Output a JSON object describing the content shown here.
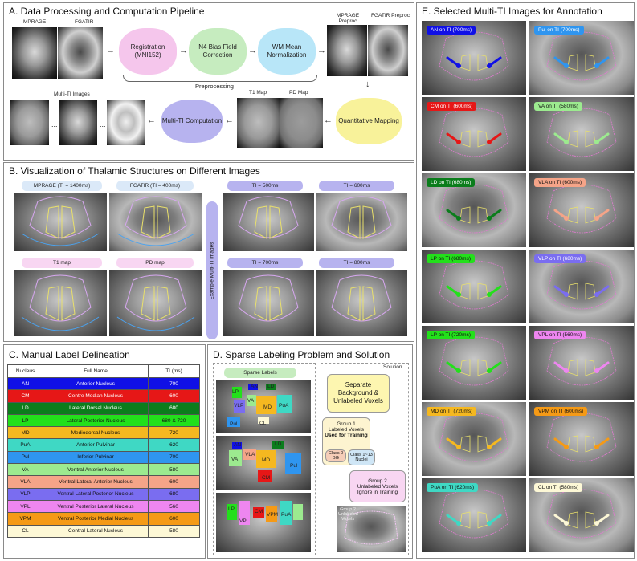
{
  "panelA": {
    "title": "A. Data Processing and Computation Pipeline",
    "mprage": "MPRAGE",
    "fgatir": "FGATIR",
    "registration": "Registration (MNI152)",
    "n4": "N4 Bias Field Correction",
    "wm": "WM Mean Normalization",
    "mprage_pre": "MPRAGE Preproc",
    "fgatir_pre": "FGATIR Preproc",
    "preprocessing": "Preprocessing",
    "t1map": "T1 Map",
    "pdmap": "PD Map",
    "quant": "Quantitative Mapping",
    "multiti_comp": "Multi-TI Computation",
    "multiti_images": "Multi-TI Images",
    "dots": "..."
  },
  "panelB": {
    "title": "B. Visualization of Thalamic Structures on Different Images",
    "mprage": "MPRAGE (TI = 1400ms)",
    "fgatir": "FGATIR (TI = 400ms)",
    "t1map": "T1 map",
    "pdmap": "PD map",
    "ti500": "TI = 500ms",
    "ti600": "TI = 600ms",
    "ti700": "TI = 700ms",
    "ti800": "TI = 800ms",
    "example": "Example Multi-TI Images"
  },
  "panelC": {
    "title": "C. Manual Label Delineation",
    "headers": [
      "Nucleus",
      "Full Name",
      "TI (ms)"
    ],
    "rows": [
      {
        "n": "AN",
        "f": "Anterior Nucleus",
        "t": "700",
        "c": "#1010e6",
        "tc": "#ffffff"
      },
      {
        "n": "CM",
        "f": "Centre Median Nucleus",
        "t": "600",
        "c": "#e61717",
        "tc": "#ffffff"
      },
      {
        "n": "LD",
        "f": "Lateral Dorsal Nucleus",
        "t": "680",
        "c": "#0b7d1c",
        "tc": "#ffffff"
      },
      {
        "n": "LP",
        "f": "Lateral Posterior Nucleus",
        "t": "680 & 720",
        "c": "#23e01b",
        "tc": "#111111"
      },
      {
        "n": "MD",
        "f": "Mediodorsal Nucleus",
        "t": "720",
        "c": "#f5b820",
        "tc": "#111111"
      },
      {
        "n": "PuA",
        "f": "Anterior Pulvinar",
        "t": "620",
        "c": "#3fd8c4",
        "tc": "#111111"
      },
      {
        "n": "Pul",
        "f": "Inferior Pulvinar",
        "t": "700",
        "c": "#2f95ef",
        "tc": "#111111"
      },
      {
        "n": "VA",
        "f": "Ventral Anterior Nucleus",
        "t": "580",
        "c": "#9cea8f",
        "tc": "#111111"
      },
      {
        "n": "VLA",
        "f": "Ventral Lateral Anterior Nucleus",
        "t": "600",
        "c": "#f5a488",
        "tc": "#111111"
      },
      {
        "n": "VLP",
        "f": "Ventral Lateral Posterior Nucleus",
        "t": "680",
        "c": "#7a6df0",
        "tc": "#111111"
      },
      {
        "n": "VPL",
        "f": "Ventral Posterior Lateral Nucleus",
        "t": "560",
        "c": "#ee86f0",
        "tc": "#111111"
      },
      {
        "n": "VPM",
        "f": "Ventral Posterior Medial Nucleus",
        "t": "600",
        "c": "#f59a16",
        "tc": "#111111"
      },
      {
        "n": "CL",
        "f": "Central Lateral Nucleus",
        "t": "580",
        "c": "#fdf8d6",
        "tc": "#111111"
      }
    ]
  },
  "panelD": {
    "title": "D. Sparse Labeling Problem and Solution",
    "sparse": "Sparse Labels",
    "solution": "Solution",
    "separate": "Separate Background & Unlabeled Voxels",
    "g1a": "Group 1",
    "g1b": "Labeled Voxels",
    "g1c": "Used for Training",
    "class0": "Class 0 BG",
    "class1": "Class 1~13 Nuclei",
    "g2a": "Group 2",
    "g2b": "Unlabeled Voxels",
    "g2c": "Ignore in Training",
    "g2img": "Group 2 Unlabeled Voxels",
    "labels1": [
      "LP",
      "AN",
      "LD",
      "VLP",
      "VA",
      "MD",
      "PuA",
      "Pul",
      "CL"
    ],
    "labels2": [
      "AN",
      "VA",
      "LD",
      "VLA",
      "MD",
      "CM",
      "Pul"
    ],
    "labels3": [
      "LP",
      "VPL",
      "CM",
      "VPM",
      "PuA"
    ]
  },
  "panelE": {
    "title": "E. Selected Multi-TI Images for Annotation",
    "items": [
      {
        "label": "AN on TI (700ms)",
        "c": "#1010e6",
        "tc": "#ffffff",
        "arrow": "#1010e6"
      },
      {
        "label": "Pul on TI (700ms)",
        "c": "#2f95ef",
        "tc": "#ffffff",
        "arrow": "#2f95ef"
      },
      {
        "label": "CM on TI (600ms)",
        "c": "#e61717",
        "tc": "#ffffff",
        "arrow": "#e61717"
      },
      {
        "label": "VA on TI (580ms)",
        "c": "#9cea8f",
        "tc": "#111111",
        "arrow": "#9cea8f"
      },
      {
        "label": "LD on TI (680ms)",
        "c": "#0b7d1c",
        "tc": "#ffffff",
        "arrow": "#0b7d1c"
      },
      {
        "label": "VLA on TI (600ms)",
        "c": "#f5a488",
        "tc": "#111111",
        "arrow": "#f5a488"
      },
      {
        "label": "LP on TI (680ms)",
        "c": "#23e01b",
        "tc": "#111111",
        "arrow": "#23e01b"
      },
      {
        "label": "VLP on TI (680ms)",
        "c": "#7a6df0",
        "tc": "#ffffff",
        "arrow": "#7a6df0"
      },
      {
        "label": "LP on TI (720ms)",
        "c": "#23e01b",
        "tc": "#111111",
        "arrow": "#23e01b"
      },
      {
        "label": "VPL on TI (560ms)",
        "c": "#ee86f0",
        "tc": "#111111",
        "arrow": "#ee86f0"
      },
      {
        "label": "MD on TI (720ms)",
        "c": "#f5b820",
        "tc": "#111111",
        "arrow": "#f5b820"
      },
      {
        "label": "VPM on TI (600ms)",
        "c": "#f59a16",
        "tc": "#111111",
        "arrow": "#f59a16"
      },
      {
        "label": "PuA on TI (620ms)",
        "c": "#3fd8c4",
        "tc": "#111111",
        "arrow": "#3fd8c4"
      },
      {
        "label": "CL on TI (580ms)",
        "c": "#fdf8d6",
        "tc": "#111111",
        "arrow": "#fdf8d6"
      }
    ]
  }
}
